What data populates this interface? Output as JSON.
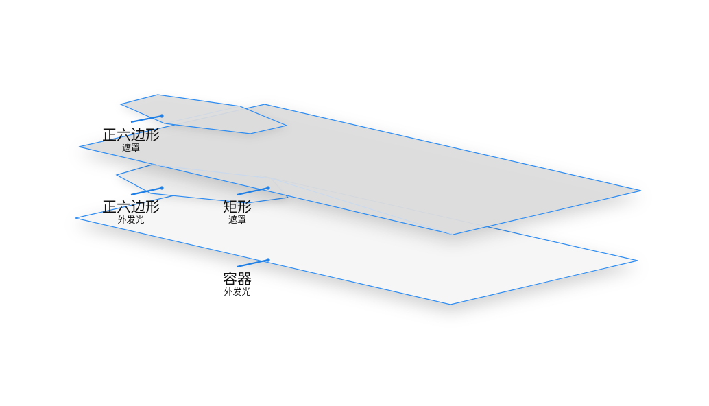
{
  "colors": {
    "outline": "#2d8cf0",
    "pin": "#1e7fe6",
    "container_fill": "#f6f6f6",
    "gray_fill": "#dcdcdc",
    "text": "#111111"
  },
  "layers": [
    {
      "id": "container",
      "title": "容器",
      "subtitle": "外发光"
    },
    {
      "id": "hexagon-glow",
      "title": "正六边形",
      "subtitle": "外发光"
    },
    {
      "id": "rectangle-mask",
      "title": "矩形",
      "subtitle": "遮罩"
    },
    {
      "id": "hexagon-mask",
      "title": "正六边形",
      "subtitle": "遮罩"
    }
  ]
}
